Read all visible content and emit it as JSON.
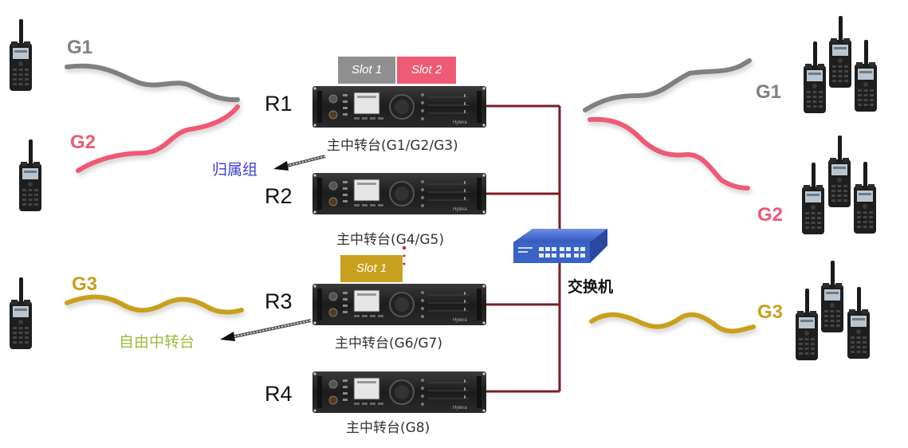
{
  "colors": {
    "g1": "#808080",
    "g2": "#ee5a74",
    "g3": "#c9a01e",
    "link": "#7a1f24",
    "home_group_text": "#3b3bd6",
    "free_repeater_text": "#9abf3a",
    "slot1_gray": "#8f8f8f",
    "slot2_pink": "#ee5a74",
    "slot1_gold": "#c9a01e",
    "switch_blue": "#3a63c8"
  },
  "left_groups": [
    {
      "label": "G1",
      "color_key": "g1"
    },
    {
      "label": "G2",
      "color_key": "g2"
    },
    {
      "label": "G3",
      "color_key": "g3"
    }
  ],
  "right_groups": [
    {
      "label": "G1",
      "color_key": "g1"
    },
    {
      "label": "G2",
      "color_key": "g2"
    },
    {
      "label": "G3",
      "color_key": "g3"
    }
  ],
  "repeaters": [
    {
      "id": "R1",
      "caption": "主中转台(G1/G2/G3)",
      "brand": "Hytera"
    },
    {
      "id": "R2",
      "caption": "主中转台(G4/G5)",
      "brand": "Hytera"
    },
    {
      "id": "R3",
      "caption": "主中转台(G6/G7)",
      "brand": "Hytera"
    },
    {
      "id": "R4",
      "caption": "主中转台(G8)",
      "brand": "Hytera"
    }
  ],
  "slots": {
    "r1": [
      {
        "label": "Slot 1"
      },
      {
        "label": "Slot 2"
      }
    ],
    "r3": [
      {
        "label": "Slot 1"
      }
    ]
  },
  "annotations": {
    "home_group": "归属组",
    "free_repeater": "自由中转台"
  },
  "switch": {
    "label": "交换机"
  }
}
